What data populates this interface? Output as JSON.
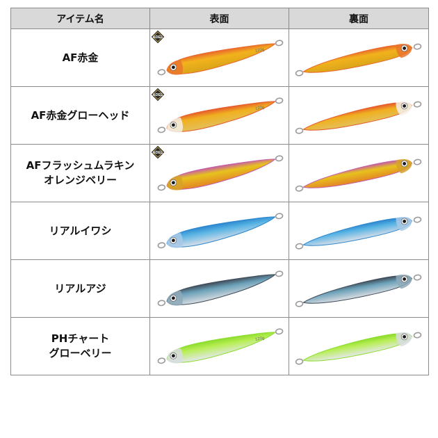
{
  "headers": [
    "アイテム名",
    "表面",
    "裏面"
  ],
  "badge": {
    "text": "ADEL"
  },
  "rows": [
    {
      "name": "AF赤金",
      "badge": true,
      "weight_text": "120g",
      "colors": {
        "top": "#e9672c",
        "body": "#f2b21c",
        "belly": "#d9a51a",
        "head": "#e9762d"
      }
    },
    {
      "name": "AF赤金グローヘッド",
      "badge": true,
      "weight_text": "120g",
      "colors": {
        "top": "#e65a2c",
        "body": "#f0b020",
        "belly": "#e3c05a",
        "head": "#f4f1ea"
      }
    },
    {
      "name": "AFフラッシュムラキン\nオレンジベリー",
      "badge": true,
      "weight_text": "",
      "colors": {
        "top": "#c55da7",
        "body": "#e7c21d",
        "belly": "#e38425",
        "head": "#d6a12a"
      }
    },
    {
      "name": "リアルイワシ",
      "badge": false,
      "weight_text": "",
      "colors": {
        "top": "#2b86cf",
        "body": "#59b4e4",
        "belly": "#d9dfe8",
        "head": "#a9c9e6"
      }
    },
    {
      "name": "リアルアジ",
      "badge": false,
      "weight_text": "",
      "colors": {
        "top": "#3f4a57",
        "body": "#6aa0b8",
        "belly": "#dadde2",
        "head": "#8fa9b9"
      }
    },
    {
      "name": "PHチャート\nグローベリー",
      "badge": false,
      "weight_text": "120g",
      "colors": {
        "top": "#8bdc2c",
        "body": "#b8ee55",
        "belly": "#e4e8ec",
        "head": "#d8dde2"
      }
    }
  ]
}
